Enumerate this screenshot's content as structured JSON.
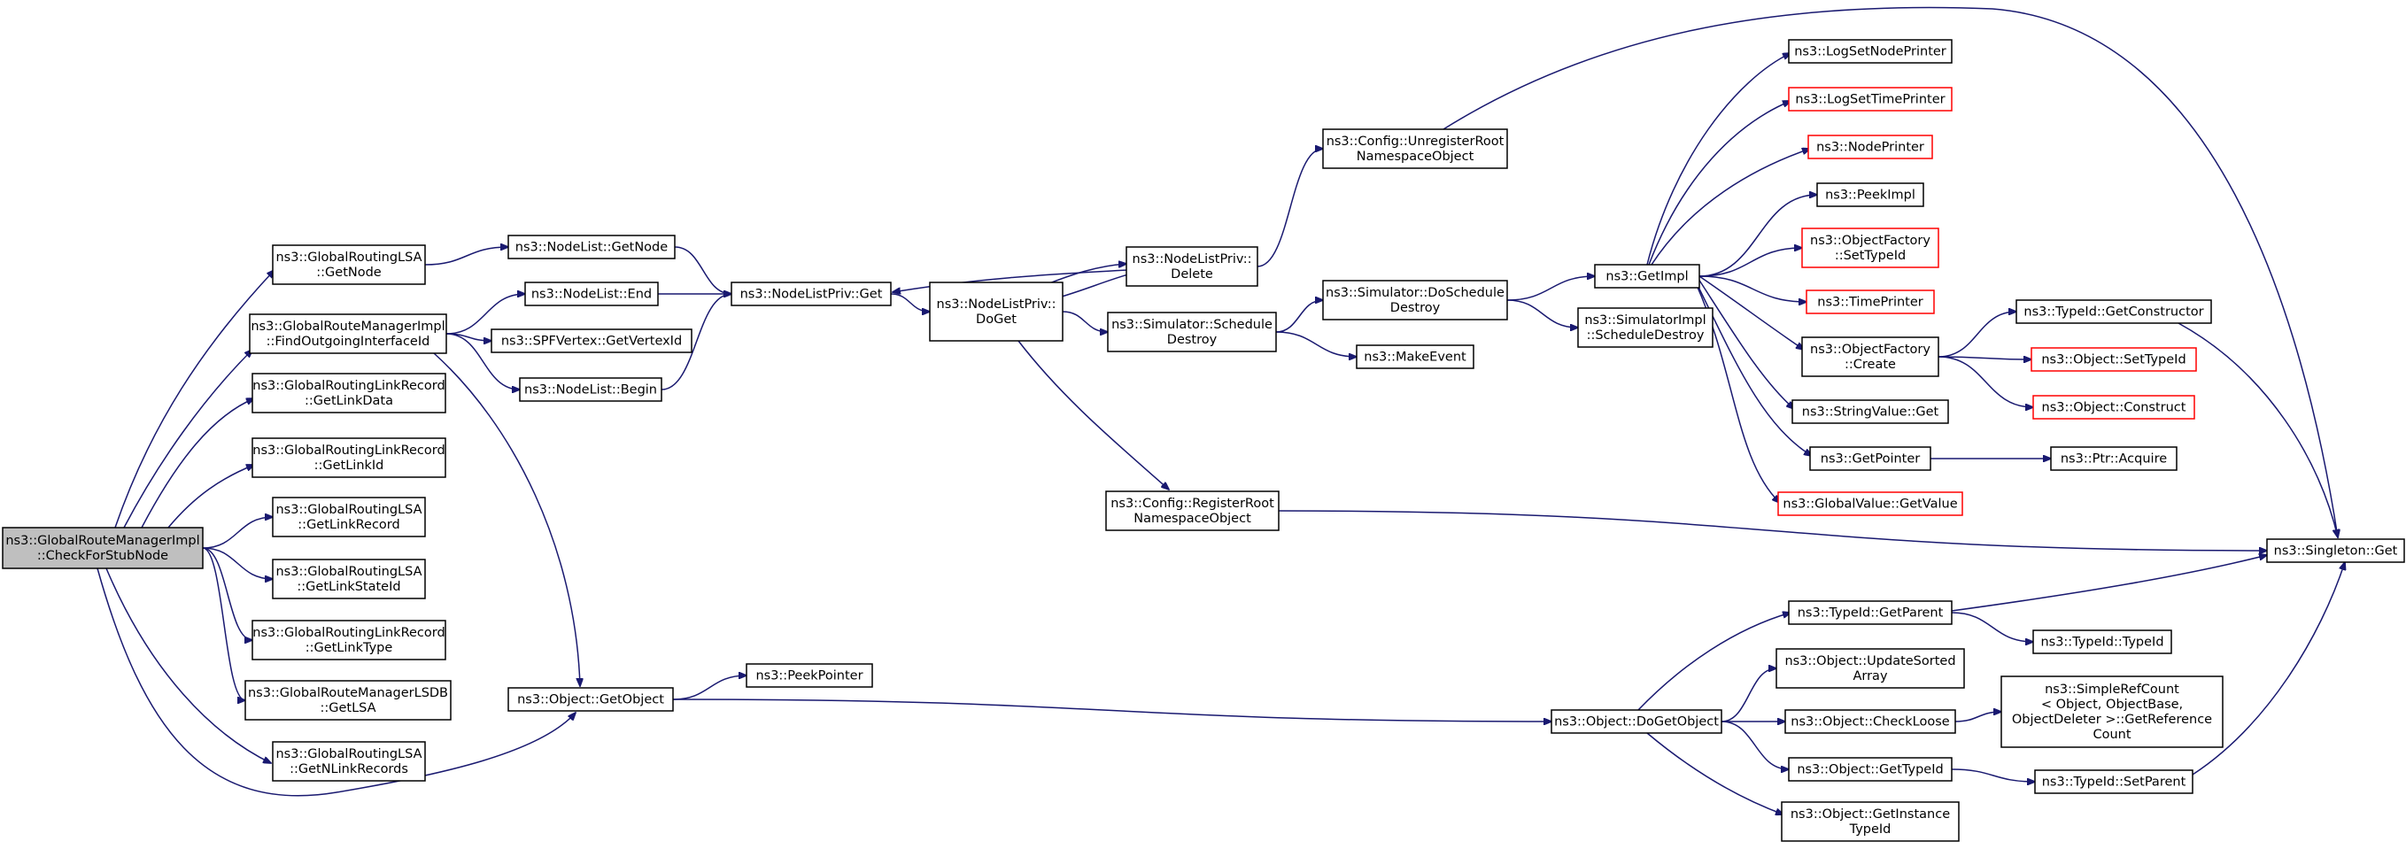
{
  "graph": {
    "nodes": [
      {
        "id": "n0",
        "lines": [
          "ns3::GlobalRouteManagerImpl",
          "::CheckForStubNode"
        ],
        "style": "root"
      },
      {
        "id": "n1",
        "lines": [
          "ns3::GlobalRoutingLSA",
          "::GetNode"
        ],
        "style": "normal"
      },
      {
        "id": "n2",
        "lines": [
          "ns3::GlobalRouteManagerImpl",
          "::FindOutgoingInterfaceId"
        ],
        "style": "normal"
      },
      {
        "id": "n3",
        "lines": [
          "ns3::GlobalRoutingLinkRecord",
          "::GetLinkData"
        ],
        "style": "normal"
      },
      {
        "id": "n4",
        "lines": [
          "ns3::GlobalRoutingLinkRecord",
          "::GetLinkId"
        ],
        "style": "normal"
      },
      {
        "id": "n5",
        "lines": [
          "ns3::GlobalRoutingLSA",
          "::GetLinkRecord"
        ],
        "style": "normal"
      },
      {
        "id": "n6",
        "lines": [
          "ns3::GlobalRoutingLSA",
          "::GetLinkStateId"
        ],
        "style": "normal"
      },
      {
        "id": "n7",
        "lines": [
          "ns3::GlobalRoutingLinkRecord",
          "::GetLinkType"
        ],
        "style": "normal"
      },
      {
        "id": "n8",
        "lines": [
          "ns3::GlobalRouteManagerLSDB",
          "::GetLSA"
        ],
        "style": "normal"
      },
      {
        "id": "n9",
        "lines": [
          "ns3::GlobalRoutingLSA",
          "::GetNLinkRecords"
        ],
        "style": "normal"
      },
      {
        "id": "n10",
        "lines": [
          "ns3::NodeList::GetNode"
        ],
        "style": "normal"
      },
      {
        "id": "n11",
        "lines": [
          "ns3::NodeList::End"
        ],
        "style": "normal"
      },
      {
        "id": "n12",
        "lines": [
          "ns3::SPFVertex::GetVertexId"
        ],
        "style": "normal"
      },
      {
        "id": "n13",
        "lines": [
          "ns3::NodeList::Begin"
        ],
        "style": "normal"
      },
      {
        "id": "n14",
        "lines": [
          "ns3::Object::GetObject"
        ],
        "style": "normal"
      },
      {
        "id": "n15",
        "lines": [
          "ns3::NodeListPriv::Get"
        ],
        "style": "normal"
      },
      {
        "id": "n16",
        "lines": [
          "ns3::PeekPointer"
        ],
        "style": "normal"
      },
      {
        "id": "n17",
        "lines": [
          "ns3::NodeListPriv::",
          "DoGet"
        ],
        "style": "normal"
      },
      {
        "id": "n18",
        "lines": [
          "ns3::NodeListPriv::",
          "Delete"
        ],
        "style": "normal"
      },
      {
        "id": "n19",
        "lines": [
          "ns3::Simulator::Schedule",
          "Destroy"
        ],
        "style": "normal"
      },
      {
        "id": "n20",
        "lines": [
          "ns3::Config::RegisterRoot",
          "NamespaceObject"
        ],
        "style": "normal"
      },
      {
        "id": "n21",
        "lines": [
          "ns3::Config::UnregisterRoot",
          "NamespaceObject"
        ],
        "style": "normal"
      },
      {
        "id": "n22",
        "lines": [
          "ns3::Simulator::DoSchedule",
          "Destroy"
        ],
        "style": "normal"
      },
      {
        "id": "n23",
        "lines": [
          "ns3::MakeEvent"
        ],
        "style": "normal"
      },
      {
        "id": "n24",
        "lines": [
          "ns3::GetImpl"
        ],
        "style": "normal"
      },
      {
        "id": "n25",
        "lines": [
          "ns3::SimulatorImpl",
          "::ScheduleDestroy"
        ],
        "style": "normal"
      },
      {
        "id": "n26",
        "lines": [
          "ns3::LogSetNodePrinter"
        ],
        "style": "normal"
      },
      {
        "id": "n27",
        "lines": [
          "ns3::LogSetTimePrinter"
        ],
        "style": "red"
      },
      {
        "id": "n28",
        "lines": [
          "ns3::NodePrinter"
        ],
        "style": "red"
      },
      {
        "id": "n29",
        "lines": [
          "ns3::PeekImpl"
        ],
        "style": "normal"
      },
      {
        "id": "n30",
        "lines": [
          "ns3::ObjectFactory",
          "::SetTypeId"
        ],
        "style": "red"
      },
      {
        "id": "n31",
        "lines": [
          "ns3::TimePrinter"
        ],
        "style": "red"
      },
      {
        "id": "n32",
        "lines": [
          "ns3::ObjectFactory",
          "::Create"
        ],
        "style": "normal"
      },
      {
        "id": "n33",
        "lines": [
          "ns3::StringValue::Get"
        ],
        "style": "normal"
      },
      {
        "id": "n34",
        "lines": [
          "ns3::GetPointer"
        ],
        "style": "normal"
      },
      {
        "id": "n35",
        "lines": [
          "ns3::GlobalValue::GetValue"
        ],
        "style": "red"
      },
      {
        "id": "n36",
        "lines": [
          "ns3::TypeId::GetConstructor"
        ],
        "style": "normal"
      },
      {
        "id": "n37",
        "lines": [
          "ns3::Object::SetTypeId"
        ],
        "style": "red"
      },
      {
        "id": "n38",
        "lines": [
          "ns3::Object::Construct"
        ],
        "style": "red"
      },
      {
        "id": "n39",
        "lines": [
          "ns3::Ptr::Acquire"
        ],
        "style": "normal"
      },
      {
        "id": "n40",
        "lines": [
          "ns3::Singleton::Get"
        ],
        "style": "normal"
      },
      {
        "id": "n41",
        "lines": [
          "ns3::Object::DoGetObject"
        ],
        "style": "normal"
      },
      {
        "id": "n42",
        "lines": [
          "ns3::TypeId::GetParent"
        ],
        "style": "normal"
      },
      {
        "id": "n43",
        "lines": [
          "ns3::Object::UpdateSorted",
          "Array"
        ],
        "style": "normal"
      },
      {
        "id": "n44",
        "lines": [
          "ns3::Object::CheckLoose"
        ],
        "style": "normal"
      },
      {
        "id": "n45",
        "lines": [
          "ns3::Object::GetTypeId"
        ],
        "style": "normal"
      },
      {
        "id": "n46",
        "lines": [
          "ns3::Object::GetInstance",
          "TypeId"
        ],
        "style": "normal"
      },
      {
        "id": "n47",
        "lines": [
          "ns3::TypeId::TypeId"
        ],
        "style": "normal"
      },
      {
        "id": "n48",
        "lines": [
          "ns3::SimpleRefCount",
          "< Object, ObjectBase,",
          "ObjectDeleter >::GetReference",
          "Count"
        ],
        "style": "normal"
      },
      {
        "id": "n49",
        "lines": [
          "ns3::TypeId::SetParent"
        ],
        "style": "normal"
      }
    ],
    "edges": [
      {
        "from": "n0",
        "to": "n1"
      },
      {
        "from": "n0",
        "to": "n2"
      },
      {
        "from": "n0",
        "to": "n3"
      },
      {
        "from": "n0",
        "to": "n4"
      },
      {
        "from": "n0",
        "to": "n5"
      },
      {
        "from": "n0",
        "to": "n6"
      },
      {
        "from": "n0",
        "to": "n7"
      },
      {
        "from": "n0",
        "to": "n8"
      },
      {
        "from": "n0",
        "to": "n9"
      },
      {
        "from": "n0",
        "to": "n14"
      },
      {
        "from": "n1",
        "to": "n10"
      },
      {
        "from": "n2",
        "to": "n11"
      },
      {
        "from": "n2",
        "to": "n12"
      },
      {
        "from": "n2",
        "to": "n13"
      },
      {
        "from": "n2",
        "to": "n14"
      },
      {
        "from": "n10",
        "to": "n15"
      },
      {
        "from": "n11",
        "to": "n15"
      },
      {
        "from": "n13",
        "to": "n15"
      },
      {
        "from": "n15",
        "to": "n17"
      },
      {
        "from": "n18",
        "to": "n15"
      },
      {
        "from": "n18",
        "to": "n17"
      },
      {
        "from": "n17",
        "to": "n18"
      },
      {
        "from": "n17",
        "to": "n19"
      },
      {
        "from": "n17",
        "to": "n20"
      },
      {
        "from": "n18",
        "to": "n21"
      },
      {
        "from": "n19",
        "to": "n22"
      },
      {
        "from": "n19",
        "to": "n23"
      },
      {
        "from": "n22",
        "to": "n24"
      },
      {
        "from": "n22",
        "to": "n25"
      },
      {
        "from": "n21",
        "to": "n40"
      },
      {
        "from": "n20",
        "to": "n40"
      },
      {
        "from": "n24",
        "to": "n26"
      },
      {
        "from": "n24",
        "to": "n27"
      },
      {
        "from": "n24",
        "to": "n28"
      },
      {
        "from": "n24",
        "to": "n29"
      },
      {
        "from": "n24",
        "to": "n30"
      },
      {
        "from": "n24",
        "to": "n31"
      },
      {
        "from": "n24",
        "to": "n32"
      },
      {
        "from": "n24",
        "to": "n33"
      },
      {
        "from": "n24",
        "to": "n34"
      },
      {
        "from": "n24",
        "to": "n35"
      },
      {
        "from": "n32",
        "to": "n36"
      },
      {
        "from": "n32",
        "to": "n37"
      },
      {
        "from": "n32",
        "to": "n38"
      },
      {
        "from": "n36",
        "to": "n40"
      },
      {
        "from": "n34",
        "to": "n39"
      },
      {
        "from": "n14",
        "to": "n16"
      },
      {
        "from": "n14",
        "to": "n41"
      },
      {
        "from": "n41",
        "to": "n42"
      },
      {
        "from": "n41",
        "to": "n43"
      },
      {
        "from": "n41",
        "to": "n44"
      },
      {
        "from": "n41",
        "to": "n45"
      },
      {
        "from": "n41",
        "to": "n46"
      },
      {
        "from": "n42",
        "to": "n40"
      },
      {
        "from": "n42",
        "to": "n47"
      },
      {
        "from": "n44",
        "to": "n48"
      },
      {
        "from": "n45",
        "to": "n49"
      },
      {
        "from": "n49",
        "to": "n40"
      }
    ]
  },
  "colors": {
    "edge": "#191970",
    "root_fill": "#bfbfbf",
    "node_border": "#000000",
    "red_border": "#ff0000"
  }
}
